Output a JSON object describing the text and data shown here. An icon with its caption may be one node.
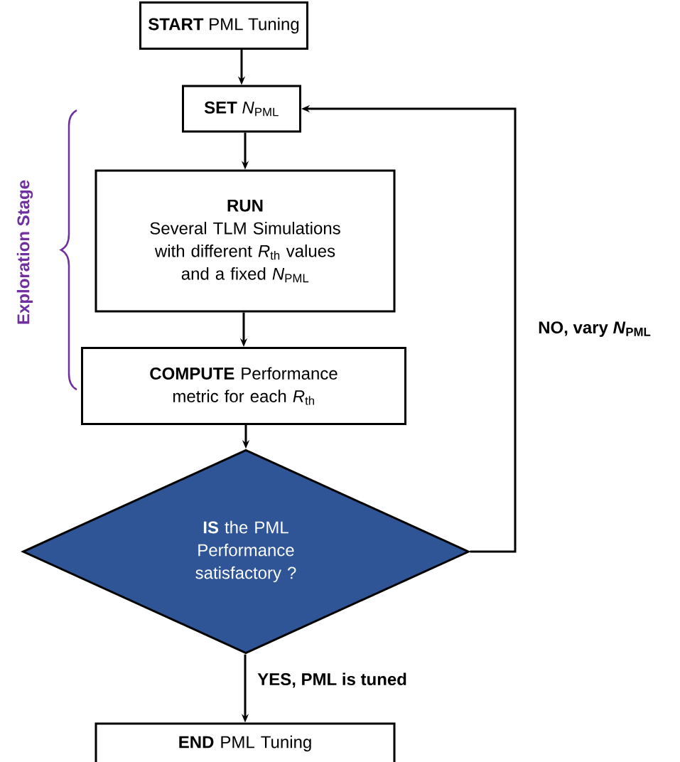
{
  "diagram": {
    "nodes": [
      {
        "text": [
          "**START** PML Tuning"
        ]
      },
      {
        "text": [
          "**SET** *N*$_{PML}$"
        ]
      },
      {
        "text": [
          "RUN",
          "Several TLM Simulations with different *R*$_{th}$ values and a fixed *N*$_{PML}$"
        ]
      },
      {
        "text": [
          "**COMPUTE** Performance metric for each *R*$_{th}$"
        ]
      },
      {
        "text": [
          "**IS** the PML Performance satisfactory ?"
        ]
      },
      {
        "text": [
          "**END** PML Tuning"
        ]
      }
    ],
    "edges": [
      {
        "from": 0,
        "to": 1,
        "arrow": "to"
      },
      {
        "from": 1,
        "to": 2,
        "arrow": "to"
      },
      {
        "from": 2,
        "to": 3,
        "arrow": "to"
      },
      {
        "from": 3,
        "to": 4,
        "arrow": "to"
      },
      {
        "from": 4,
        "to": 5,
        "arrow": "to",
        "label": "YES, PML is tuned"
      },
      {
        "from": 4,
        "to": 1,
        "arrow": "to",
        "label": "NO, vary *N*$_{PML}$"
      }
    ],
    "labels": [
      "Exploration Stage"
    ]
  }
}
